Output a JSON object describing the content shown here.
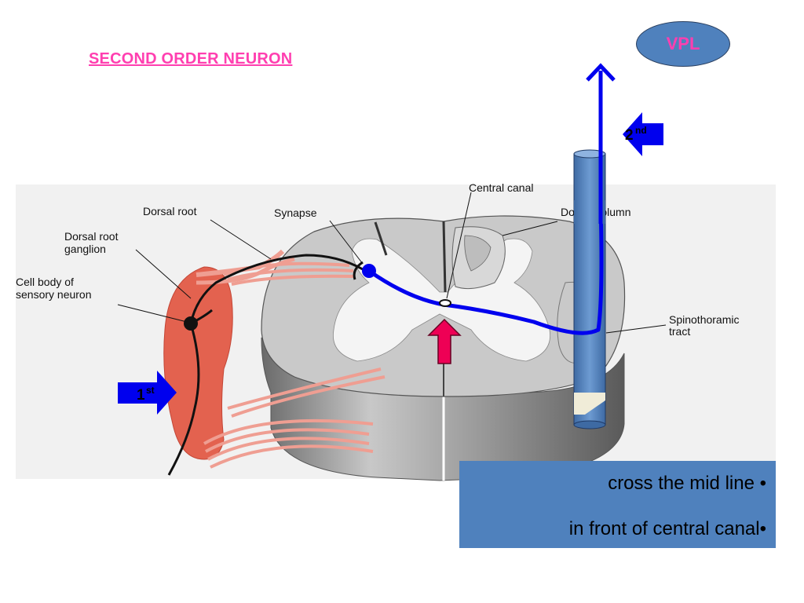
{
  "title": "SECOND ORDER NEURON",
  "vpl": "VPL",
  "labels": {
    "dorsal_root": "Dorsal root",
    "synapse": "Synapse",
    "central_canal": "Central canal",
    "dorsal_column": "Dorsal column",
    "drg_line1": "Dorsal root",
    "drg_line2": "ganglion",
    "cell_line1": "Cell body of",
    "cell_line2": "sensory neuron",
    "spino_line1": "Spinothoramic",
    "spino_line2": "tract"
  },
  "arrows": {
    "first": {
      "num": "1",
      "sup": "st"
    },
    "second": {
      "num": "2",
      "sup": "nd"
    }
  },
  "info": {
    "line1": "cross the mid line •",
    "line2": "in front of central canal•"
  },
  "colors": {
    "title": "#ff3fb0",
    "blue_fill": "#4f81bd",
    "pathway": "#0000ee",
    "up_arrow": "#ee0055"
  }
}
